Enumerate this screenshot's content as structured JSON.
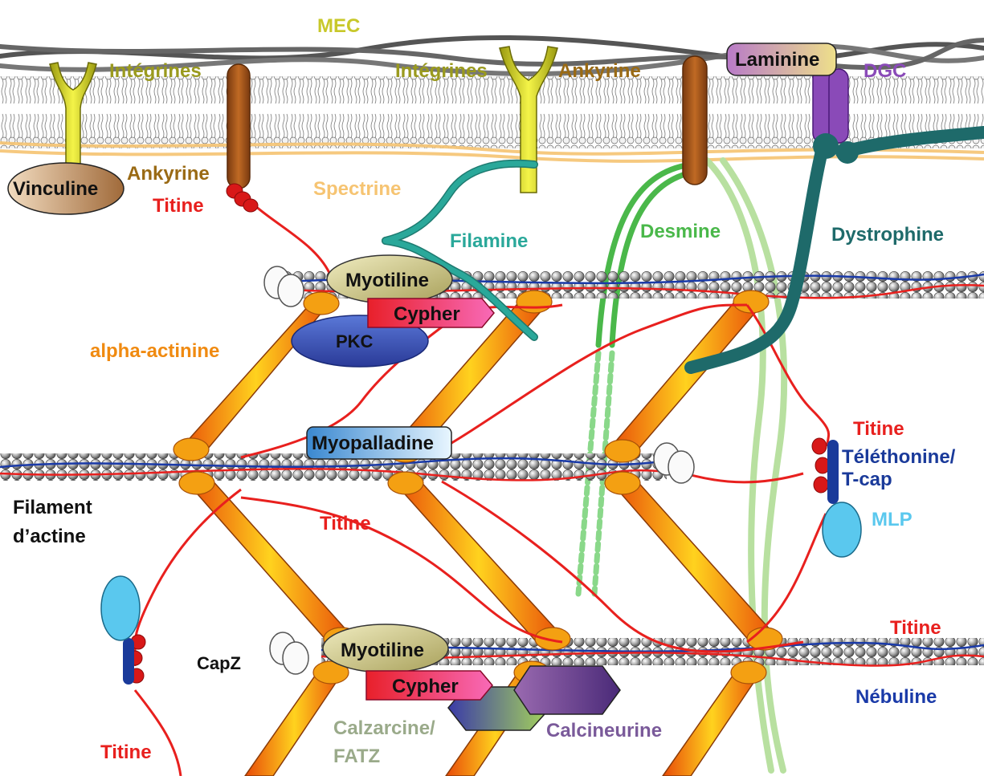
{
  "labels": {
    "mec": "MEC",
    "integrines_left": "Intégrines",
    "integrines_right": "Intégrines",
    "ankyrine_top": "Ankyrine",
    "ankyrine_left": "Ankyrine",
    "laminine": "Laminine",
    "dgc": "DGC",
    "vinculine": "Vinculine",
    "titine_top": "Titine",
    "spectrine": "Spectrine",
    "filamine": "Filamine",
    "desmine": "Desmine",
    "dystrophine": "Dystrophine",
    "myotiline_top": "Myotiline",
    "cypher_top": "Cypher",
    "pkc": "PKC",
    "alpha_actinine": "alpha-actinine",
    "myopalladine": "Myopalladine",
    "titine_right": "Titine",
    "telethonine": "Téléthonine/",
    "tcap": "T-cap",
    "mlp": "MLP",
    "filament_line1": "Filament",
    "filament_line2": "d’actine",
    "titine_mid": "Titine",
    "titine_right_low": "Titine",
    "capz": "CapZ",
    "myotiline_bottom": "Myotiline",
    "cypher_bottom": "Cypher",
    "calzarcine_line1": "Calzarcine/",
    "calzarcine_line2": "FATZ",
    "calcineurine": "Calcineurine",
    "nebuline": "Nébuline",
    "titine_bottom": "Titine"
  },
  "colors": {
    "mec": "#c8c82a",
    "integrine": "#e8e838",
    "integrine_label": "#9a9a1e",
    "ankyrine": "#a8561c",
    "ankyrine_label": "#9a6a14",
    "laminine": "#c8a8d8",
    "dgc": "#8a4ab8",
    "spectrine": "#f6c472",
    "filamine": "#2aa89a",
    "desmine": "#4ab84a",
    "dystrophine": "#1e6a6a",
    "titine": "#e8201e",
    "alpha_actinine": "#f08a10",
    "pkc": "#3850b0",
    "cypher": "#e83860",
    "myotiline": "#c8c08a",
    "myopalladine": "#58a8e0",
    "telethonine": "#1a3a9a",
    "mlp": "#5ac8ee",
    "nebuline": "#1a3aa8",
    "calzarcine": "#9aaa8a",
    "calcineurine": "#7a5a9a",
    "black": "#111111"
  }
}
